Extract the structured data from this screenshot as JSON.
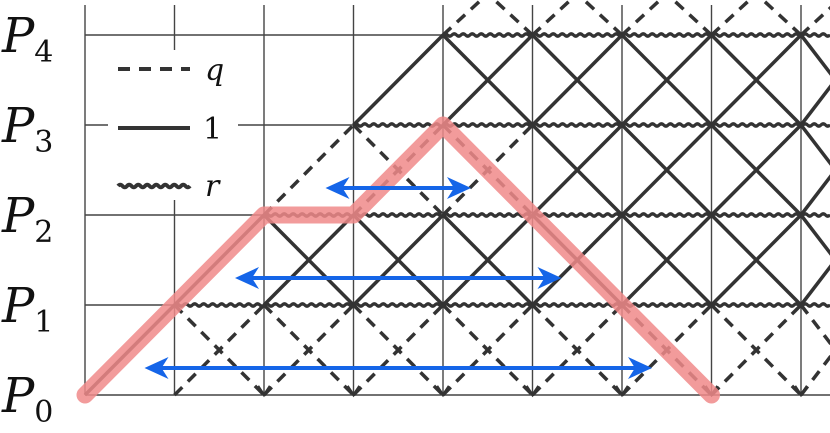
{
  "levels": [
    {
      "letter": "P",
      "index": "0"
    },
    {
      "letter": "P",
      "index": "1"
    },
    {
      "letter": "P",
      "index": "2"
    },
    {
      "letter": "P",
      "index": "3"
    },
    {
      "letter": "P",
      "index": "4"
    }
  ],
  "legend": {
    "dashed": "q",
    "solid": "1",
    "wavy": "r"
  },
  "colors": {
    "grid": "#444444",
    "lines": "#333333",
    "path_highlight": "#f08a8a",
    "arrows": "#1565e8"
  },
  "highlighted_path_heights": [
    0,
    1,
    2,
    2,
    3,
    2,
    1,
    0
  ],
  "arrow_pairs": [
    {
      "level": "0-1",
      "from_column": 1,
      "to_column": 6
    },
    {
      "level": "1-2",
      "from_column": 2,
      "to_column": 5
    },
    {
      "level": "2-3",
      "from_column": 3,
      "to_column": 4
    }
  ]
}
